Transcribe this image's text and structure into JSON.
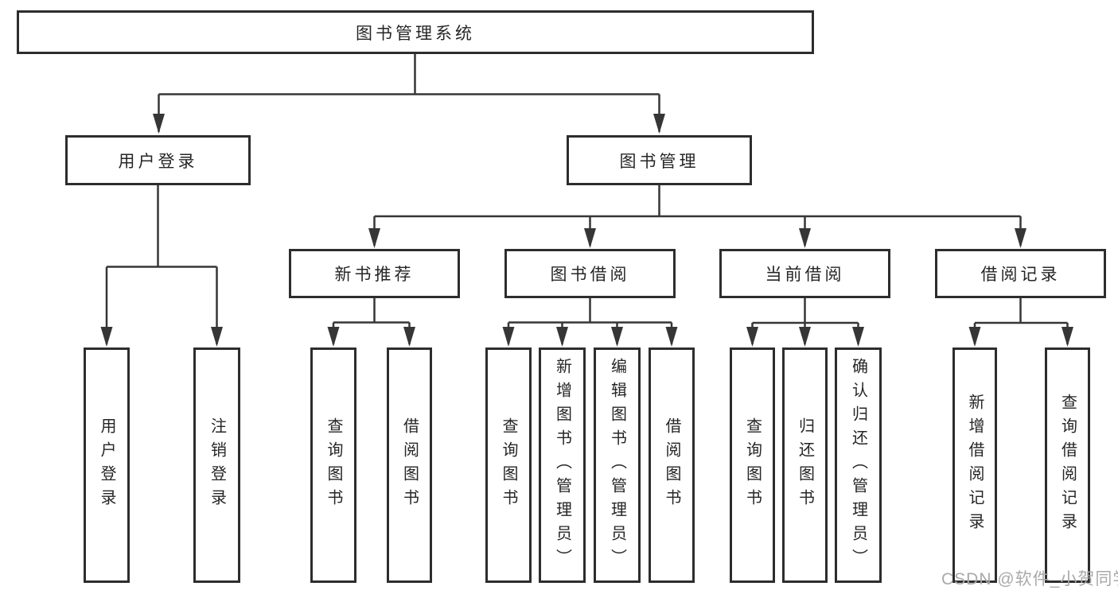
{
  "nodes": {
    "root": "图书管理系统",
    "user_login_branch": "用户登录",
    "book_management": "图书管理",
    "new_book_recommend": "新书推荐",
    "book_borrow": "图书借阅",
    "current_borrow": "当前借阅",
    "borrow_records": "借阅记录",
    "leaf_user_login": "用户登录",
    "leaf_logout": "注销登录",
    "leaf_query_book_1": "查询图书",
    "leaf_borrow_book_1": "借阅图书",
    "leaf_query_book_2": "查询图书",
    "leaf_add_book_admin": "新增图书（管理员）",
    "leaf_edit_book_admin": "编辑图书（管理员）",
    "leaf_borrow_book_2": "借阅图书",
    "leaf_query_book_3": "查询图书",
    "leaf_return_book": "归还图书",
    "leaf_confirm_return_admin": "确认归还（管理员）",
    "leaf_add_borrow_record": "新增借阅记录",
    "leaf_query_borrow_record": "查询借阅记录"
  },
  "watermark": "CSDN @软件_小贺同学",
  "colors": {
    "line": "#363636",
    "box_border": "#2d2d2d",
    "text": "#262626",
    "watermark": "#a9a9a9",
    "background": "#ffffff"
  }
}
